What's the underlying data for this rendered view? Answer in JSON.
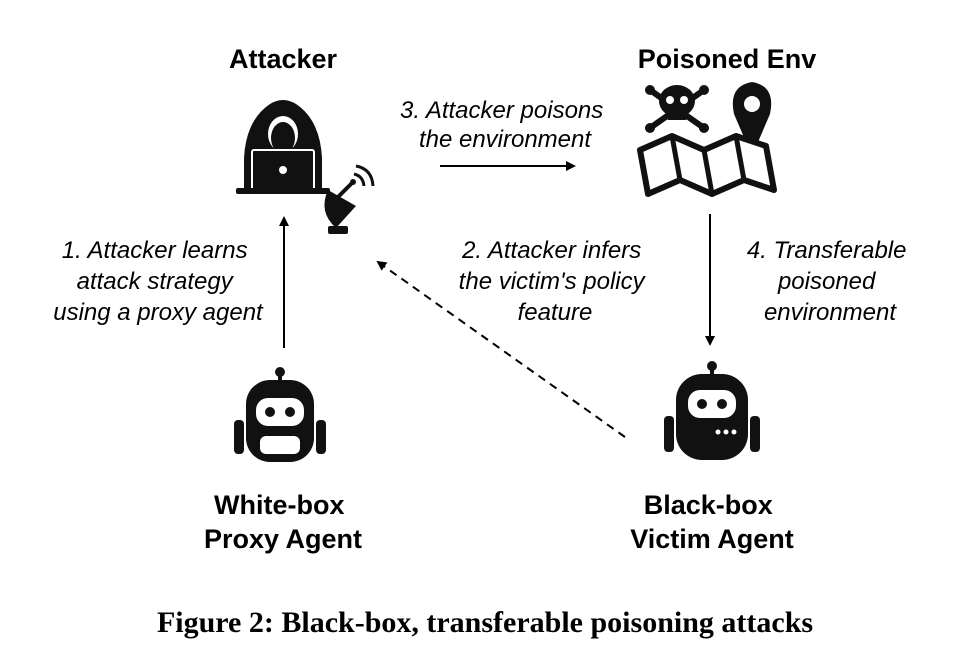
{
  "nodes": {
    "attacker": {
      "title": "Attacker",
      "icon": "hacker-laptop-icon"
    },
    "env": {
      "title": "Poisoned Env",
      "icon": "poisoned-map-icon"
    },
    "proxy": {
      "line1": "White-box",
      "line2": "Proxy Agent",
      "icon": "robot-icon"
    },
    "victim": {
      "line1": "Black-box",
      "line2": "Victim Agent",
      "icon": "robot-icon"
    }
  },
  "edges": {
    "step1": [
      "1. Attacker learns",
      "attack strategy",
      "using a proxy agent"
    ],
    "step2": [
      "2. Attacker infers",
      "the victim's policy",
      "feature"
    ],
    "step3": [
      "3. Attacker poisons",
      "the environment"
    ],
    "step4": [
      "4. Transferable",
      "poisoned",
      "environment"
    ]
  },
  "caption": "Figure 2: Black-box, transferable poisoning attacks"
}
